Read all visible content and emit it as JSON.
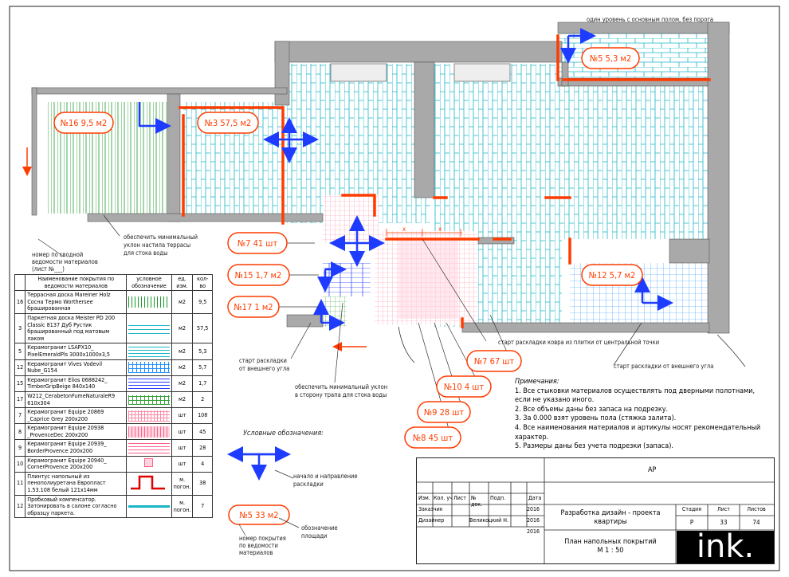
{
  "callouts": [
    {
      "id": "16",
      "text": "№16  9,5 м2"
    },
    {
      "id": "3",
      "text": "№3 57,5 м2"
    },
    {
      "id": "5",
      "text": "№5 5,3 м2"
    },
    {
      "id": "12",
      "text": "№12  5,7 м2"
    },
    {
      "id": "7",
      "text": "№7   41 шт"
    },
    {
      "id": "15",
      "text": "№15  1,7 м2"
    },
    {
      "id": "17",
      "text": "№17  1 м2"
    },
    {
      "id": "7b",
      "text": "№7 67 шт"
    },
    {
      "id": "10",
      "text": "№10   4 шт"
    },
    {
      "id": "9",
      "text": "№9 28 шт"
    },
    {
      "id": "8",
      "text": "№8 45 шт"
    }
  ],
  "annotations": {
    "top_right": "один уровень с основным полом, без порога",
    "slope_terrace_1": "обеспечить минимальный",
    "slope_terrace_2": "уклон настила террасы",
    "slope_terrace_3": "для стока воды",
    "sheet_ref_1": "номер по сводной",
    "sheet_ref_2": "ведомости материалов",
    "sheet_ref_3": "(лист №___)",
    "carpet_start": "старт раскладки ковра из плитки от центральной точки",
    "start_outer_left_1": "старт раскладки",
    "start_outer_left_2": "от внешнего угла",
    "start_outer_right": "старт раскладки от внешнего угла",
    "slope_drain_1": "обеспечить минимальный уклон",
    "slope_drain_2": "в сторону трапа для стока воды",
    "dim_x": "x"
  },
  "legend": {
    "title": "Условные обозначения:",
    "arrow_1": "начало и направление",
    "arrow_2": "раскладки",
    "sample_callout": "№5   33 м2",
    "num_label_1": "номер покрытия",
    "num_label_2": "по ведомости",
    "num_label_3": "материалов",
    "area_label_1": "обозначение",
    "area_label_2": "площади"
  },
  "table": {
    "headers": [
      "Наименование покрытия по ведомости материалов",
      "условное обозначение",
      "ед. изм.",
      "кол-во"
    ],
    "rows": [
      {
        "n": "16",
        "name": "Террасная доска Mareiner Holz Сосна Термо Worthersee брашированная",
        "unit": "м2",
        "qty": "9,5"
      },
      {
        "n": "3",
        "name": "Паркетная доска Meister PD 200 Classic 8137 Дуб Рустик брашированный под матовым лаком",
        "unit": "м2",
        "qty": "57,5"
      },
      {
        "n": "5",
        "name": "Керамогранит LSAPX10_ PixelEmeraldPls 3000x1000x3,5",
        "unit": "м2",
        "qty": "5,3"
      },
      {
        "n": "12",
        "name": "Керамогранит Vives Vodevil Nube_G154",
        "unit": "м2",
        "qty": "5,7"
      },
      {
        "n": "15",
        "name": "Керамогранит Elios 0688242_ TimberGripBeige 840x140",
        "unit": "м2",
        "qty": "1,7"
      },
      {
        "n": "17",
        "name": "W212_CerabetonFumeNaturaleR9 610x304",
        "unit": "м2",
        "qty": "2"
      },
      {
        "n": "7",
        "name": "Керамогранит Equipe 20869 _Caprice Grey 200x200",
        "unit": "шт",
        "qty": "108"
      },
      {
        "n": "8",
        "name": "Керамогранит Equipe 20938 _ProvenceDec 200x200",
        "unit": "шт",
        "qty": "45"
      },
      {
        "n": "9",
        "name": "Керамогранит Equipe 20939_ BorderProvence 200x200",
        "unit": "шт",
        "qty": "28"
      },
      {
        "n": "10",
        "name": "Керамогранит Equipe 20940_ CornerProvence 200x200",
        "unit": "шт",
        "qty": "4"
      },
      {
        "n": "11",
        "name": "Плинтус напольный из пенополиуретана Европласт 1.53.108 белый 121x14мм",
        "unit": "м. погон.",
        "qty": "38"
      },
      {
        "n": "12",
        "name": "Пробковый компенсатор. Затонировать в салоне согласно образцу паркета.",
        "unit": "м. погон.",
        "qty": "7"
      }
    ]
  },
  "notes": {
    "title": "Примечания:",
    "items": [
      "1. Все стыковки материалов осуществлять под дверными полотнами,",
      "если не указано иного.",
      "2. Все объемы даны без запаса на подрезку.",
      "3. За 0.000 взят уровень пола (стяжка залита).",
      "4. Все наименования материалов и артикулы носят рекомендательный",
      "характер.",
      "5. Размеры даны без учета подрезки (запаса)."
    ]
  },
  "stamp": {
    "code": "АР",
    "cols": [
      "Изм.",
      "Кол. уч",
      "Лист",
      "№ док.",
      "Подп.",
      "Дата"
    ],
    "customer": "Заказчик",
    "designer": "Дизайнер",
    "designer_name": "Великоцкий Н.",
    "year": "2016",
    "project_1": "Разработка дизайн - проекта",
    "project_2": "квартиры",
    "sheet_title_1": "План напольных покрытий",
    "sheet_title_2": "М 1 : 50",
    "stage_label": "Стадия",
    "sheet_label": "Лист",
    "sheets_label": "Листов",
    "stage": "Р",
    "sheet": "33",
    "sheets": "74",
    "logo": "ink."
  },
  "colors": {
    "wall": "#a9a9a9",
    "accent": "#ff3c00",
    "arrow": "#1e3cff",
    "parquet": "#00b8c8",
    "terrace": "#1a9a2a",
    "pink": "#ff5f8a"
  }
}
